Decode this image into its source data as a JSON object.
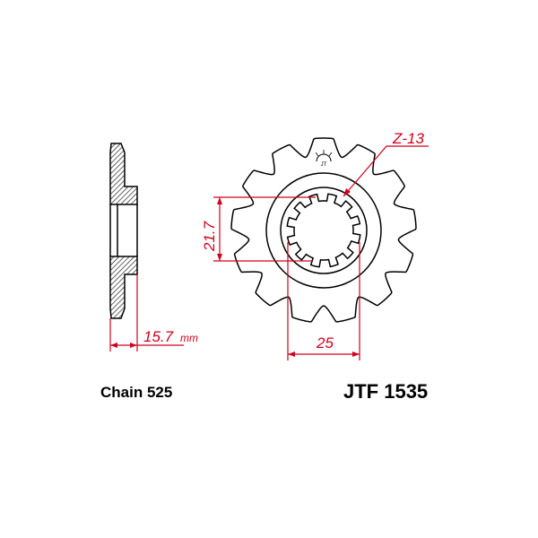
{
  "colors": {
    "outline": "#000000",
    "dimension": "#d2001c",
    "hatch": "#000000",
    "background": "#ffffff"
  },
  "dimensions": {
    "teeth_label": "Z-13",
    "spline_diameter": "21.7",
    "bore_diameter": "25",
    "offset_value": "15.7",
    "offset_unit": "mm"
  },
  "captions": {
    "chain": "Chain 525",
    "part_number": "JTF 1535"
  },
  "sprocket": {
    "teeth": 13,
    "splines": 12
  }
}
